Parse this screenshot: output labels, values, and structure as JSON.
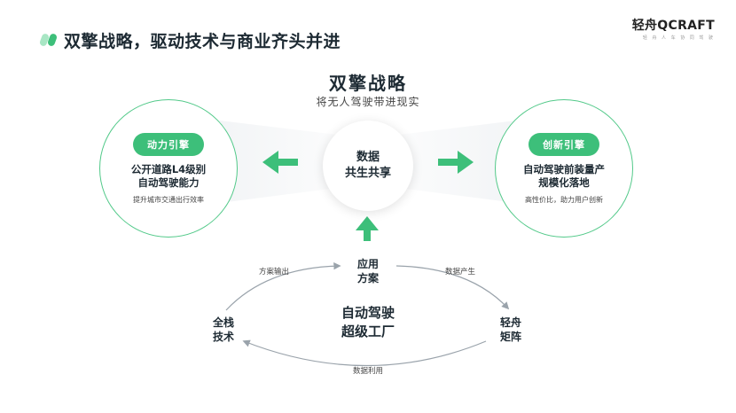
{
  "header": {
    "title": "双擎战略，驱动技术与商业齐头并进",
    "logo_main": "轻舟QCRAFT",
    "logo_sub": "轻 舟 人 车 协 同 驾 驶"
  },
  "strategy": {
    "title": "双擎战略",
    "subtitle": "将无人驾驶带进现实"
  },
  "left_engine": {
    "pill": "动力引擎",
    "line1": "公开道路L4级别",
    "line2": "自动驾驶能力",
    "desc": "提升城市交通出行效率"
  },
  "right_engine": {
    "pill": "创新引擎",
    "line1": "自动驾驶前装量产",
    "line2": "规模化落地",
    "desc": "高性价比，助力用户创新"
  },
  "center": {
    "line1": "数据",
    "line2": "共生共享"
  },
  "cycle": {
    "top": {
      "line1": "应用",
      "line2": "方案"
    },
    "left": {
      "line1": "全栈",
      "line2": "技术"
    },
    "right": {
      "line1": "轻舟",
      "line2": "矩阵"
    },
    "core_line1": "自动驾驶",
    "core_line2": "超级工厂",
    "label_top_left": "方案输出",
    "label_top_right": "数据产生",
    "label_bottom": "数据利用"
  },
  "colors": {
    "accent": "#3dbf7a",
    "accent_light": "#a8e6c4",
    "text_dark": "#1d2a33",
    "cycle_line": "#9aa3ab"
  }
}
